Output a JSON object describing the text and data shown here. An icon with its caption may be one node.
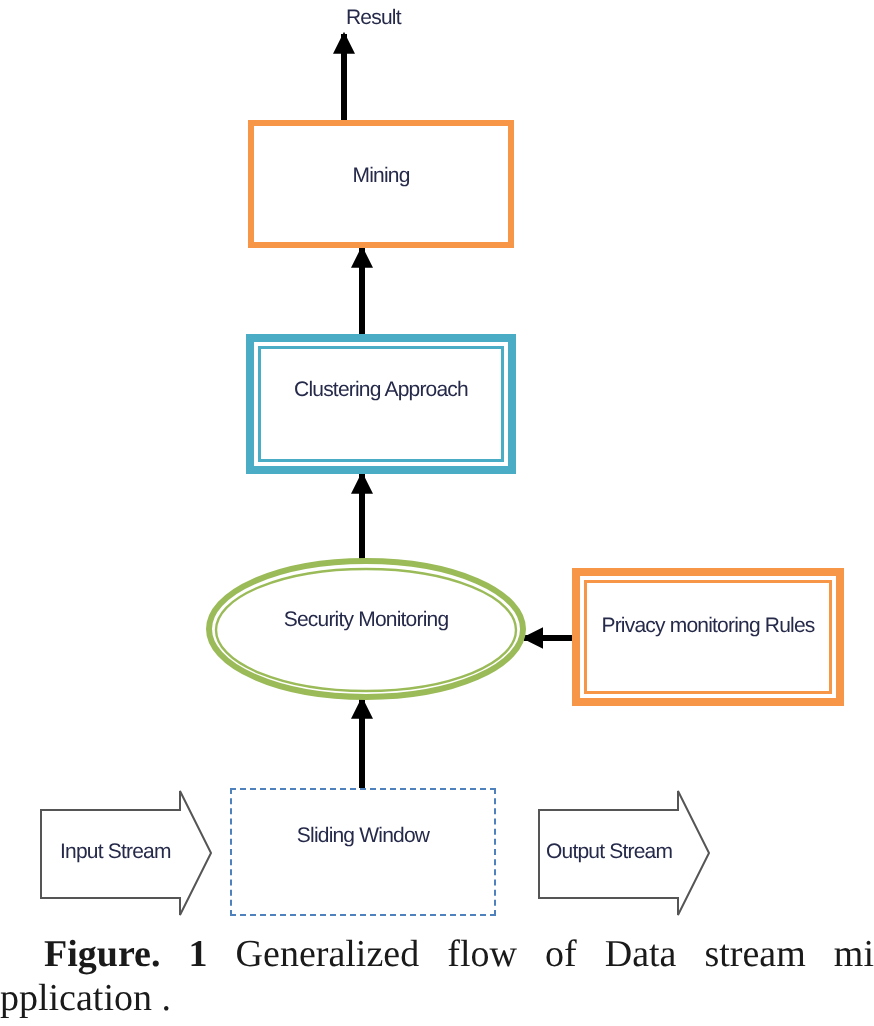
{
  "diagram": {
    "caption": "**Figure. 1** Generalized flow of Data stream mi pplication .",
    "nodes": [
      {
        "text": [
          "Result"
        ]
      },
      {
        "text": [
          "Mining"
        ]
      },
      {
        "text": [
          "Clustering Approach"
        ]
      },
      {
        "text": [
          "Security Monitoring"
        ]
      },
      {
        "text": [
          "Privacy monitoring Rules"
        ]
      },
      {
        "text": [
          "Input Stream"
        ]
      },
      {
        "text": [
          "Sliding Window"
        ]
      },
      {
        "text": [
          "Output Stream"
        ]
      }
    ],
    "edges": [
      {
        "from": 1,
        "to": 0,
        "arrow": "to"
      },
      {
        "from": 2,
        "to": 1,
        "arrow": "to"
      },
      {
        "from": 3,
        "to": 2,
        "arrow": "to"
      },
      {
        "from": 4,
        "to": 3,
        "arrow": "to"
      },
      {
        "from": 6,
        "to": 3,
        "arrow": "to"
      }
    ]
  }
}
